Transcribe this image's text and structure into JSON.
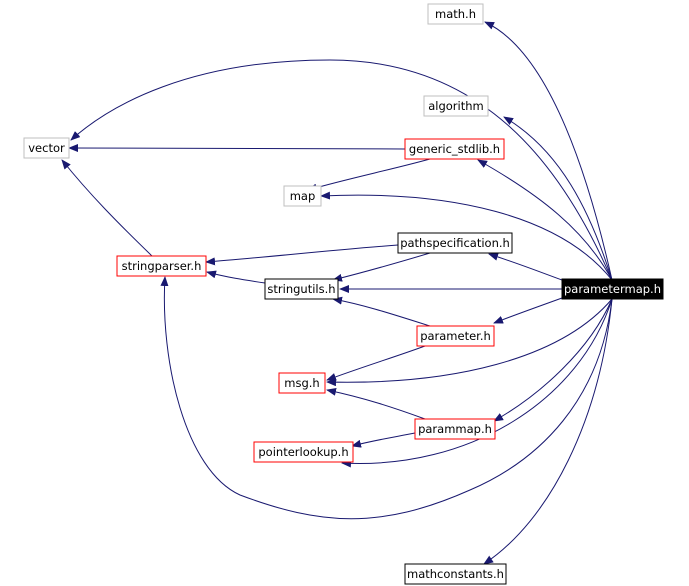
{
  "colors": {
    "edge": "#191970",
    "border_default": "#000000",
    "border_external": "#bfbfbf",
    "border_incomplete": "#ff0000",
    "root_fill": "#000000",
    "root_text": "#ffffff"
  },
  "graph": {
    "root": "parametermap.h",
    "nodes": [
      {
        "id": "math",
        "label": "math.h",
        "style": "external"
      },
      {
        "id": "vector",
        "label": "vector",
        "style": "external"
      },
      {
        "id": "algorithm",
        "label": "algorithm",
        "style": "external"
      },
      {
        "id": "generic_stdlib",
        "label": "generic_stdlib.h",
        "style": "incomplete"
      },
      {
        "id": "map",
        "label": "map",
        "style": "external"
      },
      {
        "id": "pathspec",
        "label": "pathspecification.h",
        "style": "default"
      },
      {
        "id": "stringparser",
        "label": "stringparser.h",
        "style": "incomplete"
      },
      {
        "id": "stringutils",
        "label": "stringutils.h",
        "style": "default"
      },
      {
        "id": "parametermap",
        "label": "parametermap.h",
        "style": "root"
      },
      {
        "id": "parameter",
        "label": "parameter.h",
        "style": "incomplete"
      },
      {
        "id": "msg",
        "label": "msg.h",
        "style": "incomplete"
      },
      {
        "id": "parammap",
        "label": "parammap.h",
        "style": "incomplete"
      },
      {
        "id": "pointerlookup",
        "label": "pointerlookup.h",
        "style": "incomplete"
      },
      {
        "id": "mathconstants",
        "label": "mathconstants.h",
        "style": "default"
      }
    ],
    "edges": [
      {
        "from": "parametermap",
        "to": "math"
      },
      {
        "from": "parametermap",
        "to": "vector"
      },
      {
        "from": "parametermap",
        "to": "algorithm"
      },
      {
        "from": "parametermap",
        "to": "generic_stdlib"
      },
      {
        "from": "parametermap",
        "to": "map"
      },
      {
        "from": "parametermap",
        "to": "pathspec"
      },
      {
        "from": "parametermap",
        "to": "stringutils"
      },
      {
        "from": "parametermap",
        "to": "parameter"
      },
      {
        "from": "parametermap",
        "to": "msg"
      },
      {
        "from": "parametermap",
        "to": "parammap"
      },
      {
        "from": "parametermap",
        "to": "pointerlookup"
      },
      {
        "from": "parametermap",
        "to": "stringparser"
      },
      {
        "from": "parametermap",
        "to": "mathconstants"
      },
      {
        "from": "generic_stdlib",
        "to": "vector"
      },
      {
        "from": "generic_stdlib",
        "to": "map"
      },
      {
        "from": "stringparser",
        "to": "vector"
      },
      {
        "from": "pathspec",
        "to": "stringparser"
      },
      {
        "from": "pathspec",
        "to": "stringutils"
      },
      {
        "from": "stringutils",
        "to": "stringparser"
      },
      {
        "from": "parameter",
        "to": "stringutils"
      },
      {
        "from": "parameter",
        "to": "msg"
      },
      {
        "from": "parammap",
        "to": "msg"
      },
      {
        "from": "parammap",
        "to": "pointerlookup"
      }
    ]
  }
}
